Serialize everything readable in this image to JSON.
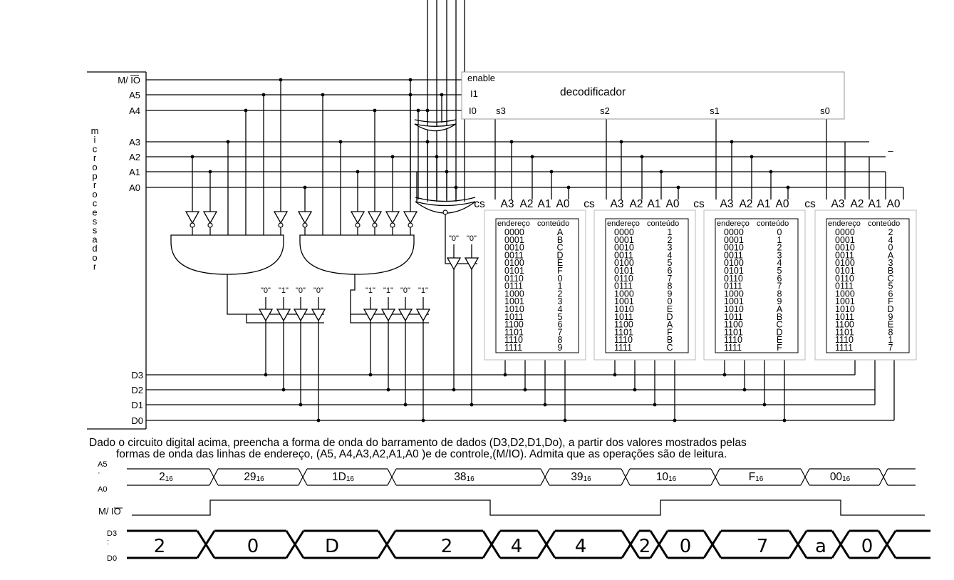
{
  "micro": {
    "title": "microprocessador",
    "pins_top": [
      "M/ IO",
      "A5",
      "A4",
      "A3",
      "A2",
      "A1",
      "A0"
    ],
    "pins_bottom": [
      "D3",
      "D2",
      "D1",
      "D0"
    ]
  },
  "decoder": {
    "title": "decodificador",
    "enable": "enable",
    "i1": "I1",
    "i0": "I0",
    "outputs": [
      "s3",
      "s2",
      "s1",
      "s0"
    ]
  },
  "tristate_consts": {
    "left": [
      "\"0\"",
      "\"1\"",
      "\"0\"",
      "\"0\""
    ],
    "mid": [
      "\"1\"",
      "\"1\"",
      "\"0\"",
      "\"1\""
    ],
    "right": [
      "\"0\"",
      "\"0\""
    ]
  },
  "memories": [
    {
      "pins": [
        "cs",
        "A3",
        "A2",
        "A1",
        "A0"
      ],
      "h_addr": "endereço",
      "h_data": "conteúdo",
      "data": [
        "A",
        "B",
        "C",
        "D",
        "E",
        "F",
        "0",
        "1",
        "2",
        "3",
        "4",
        "5",
        "6",
        "7",
        "8",
        "9"
      ]
    },
    {
      "pins": [
        "cs",
        "A3",
        "A2",
        "A1",
        "A0"
      ],
      "h_addr": "endereço",
      "h_data": "conteúdo",
      "data": [
        "1",
        "2",
        "3",
        "4",
        "5",
        "6",
        "7",
        "8",
        "9",
        "0",
        "E",
        "D",
        "A",
        "F",
        "B",
        "C"
      ]
    },
    {
      "pins": [
        "cs",
        "A3",
        "A2",
        "A1",
        "A0"
      ],
      "h_addr": "endereço",
      "h_data": "conteúdo",
      "data": [
        "0",
        "1",
        "2",
        "3",
        "4",
        "5",
        "6",
        "7",
        "8",
        "9",
        "A",
        "B",
        "C",
        "D",
        "E",
        "F"
      ]
    },
    {
      "pins": [
        "cs",
        "A3",
        "A2",
        "A1",
        "A0"
      ],
      "h_addr": "endereço",
      "h_data": "conteúdo",
      "data": [
        "2",
        "4",
        "0",
        "A",
        "3",
        "B",
        "C",
        "5",
        "6",
        "F",
        "D",
        "9",
        "E",
        "8",
        "1",
        "7"
      ]
    }
  ],
  "addresses": [
    "0000",
    "0001",
    "0010",
    "0011",
    "0100",
    "0101",
    "0110",
    "0111",
    "1000",
    "1001",
    "1010",
    "1011",
    "1100",
    "1101",
    "1110",
    "1111"
  ],
  "question": {
    "line1": "Dado o circuito digital acima, preencha a forma de onda do barramento de dados (D3,D2,D1,Do), a partir dos valores mostrados pelas",
    "line2": "formas de onda das linhas de endereço, (A5, A4,A3,A2,A1,A0 )e de controle,(M/IO). Admita que as operações são de leitura."
  },
  "timing": {
    "addr_label_top": "A5",
    "addr_label_bottom": "A0",
    "addr_values": [
      {
        "v": "2",
        "sub": "16"
      },
      {
        "v": "29",
        "sub": "16"
      },
      {
        "v": "1D",
        "sub": "16"
      },
      {
        "v": "38",
        "sub": "16"
      },
      {
        "v": "39",
        "sub": "16"
      },
      {
        "v": "10",
        "sub": "16"
      },
      {
        "v": "F",
        "sub": "16"
      },
      {
        "v": "00",
        "sub": "16"
      }
    ],
    "mio_label": "M/ IO",
    "data_label_top": "D3",
    "data_label_bottom": "D0",
    "data_answers": [
      "2",
      "0",
      "D",
      "2",
      "4",
      "4",
      "2",
      "0",
      "7",
      "a",
      "0"
    ],
    "dash": "–"
  }
}
